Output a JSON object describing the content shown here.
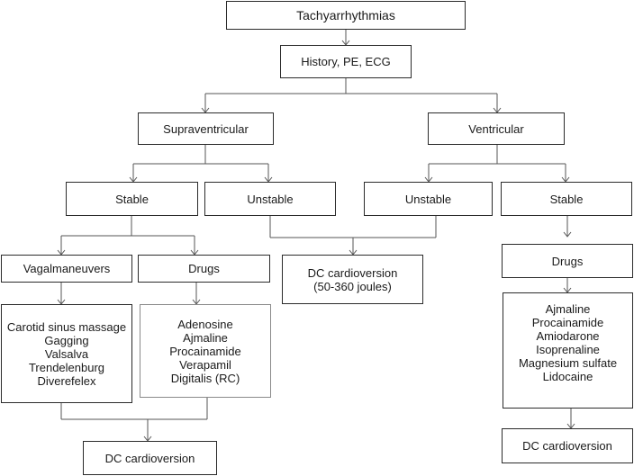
{
  "title": "Tachyarrhythmias",
  "assessment": "History, PE, ECG",
  "supraventricular": {
    "label": "Supraventricular",
    "stable": {
      "label": "Stable",
      "vagal": {
        "label": "Vagalmaneuvers",
        "items": [
          "Carotid sinus massage",
          "Gagging",
          "Valsalva",
          "Trendelenburg",
          "Diverefelex"
        ]
      },
      "drugs": {
        "label": "Drugs",
        "items": [
          "Adenosine",
          "Ajmaline",
          "Procainamide",
          "Verapamil",
          "Digitalis (RC)"
        ]
      },
      "outcome": "DC cardioversion"
    },
    "unstable": {
      "label": "Unstable"
    }
  },
  "ventricular": {
    "label": "Ventricular",
    "unstable": {
      "label": "Unstable"
    },
    "stable": {
      "label": "Stable",
      "drugs": {
        "label": "Drugs",
        "items": [
          "Ajmaline",
          "Procainamide",
          "Amiodarone",
          "Isoprenaline",
          "Magnesium sulfate",
          "Lidocaine"
        ]
      },
      "outcome": "DC cardioversion"
    }
  },
  "unstable_outcome": {
    "line1": "DC cardioversion",
    "line2": "(50-360 joules)"
  }
}
